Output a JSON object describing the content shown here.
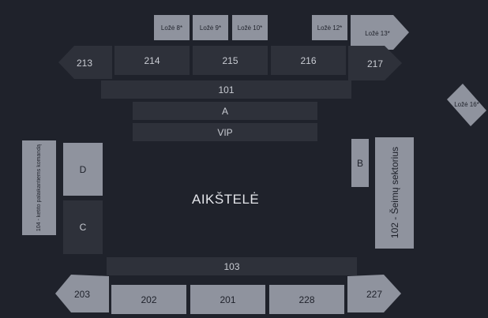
{
  "field": {
    "label": "AIKŠTELĖ"
  },
  "colors": {
    "background": "#1f222b",
    "seat_light": "#8f939e",
    "seat_dark": "#2e313a",
    "text_dark": "#1f222b",
    "text_light": "#e3e5ea"
  },
  "boxes": {
    "loze8": "Ložė 8*",
    "loze9": "Ložė 9*",
    "loze10": "Ložė 10*",
    "loze12": "Ložė 12*",
    "loze13": "Ložė 13*",
    "loze16": "Ložė 16*"
  },
  "upper_ring": {
    "s213": "213",
    "s214": "214",
    "s215": "215",
    "s216": "216",
    "s217": "217"
  },
  "lower_ring": {
    "s203": "203",
    "s202": "202",
    "s201": "201",
    "s228": "228",
    "s227": "227"
  },
  "inner": {
    "s101": "101",
    "sA": "A",
    "sVIP": "VIP",
    "s103": "103",
    "sD": "D",
    "sC": "C",
    "sB": "B"
  },
  "side": {
    "left": "104 - ketito palaikantiems komandą",
    "right": "102 - Šeimų sektorius"
  }
}
